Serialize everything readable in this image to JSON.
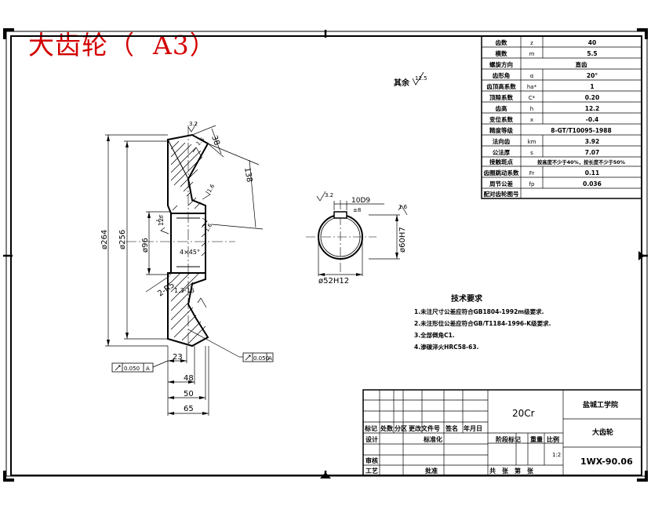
{
  "sheet_title": "大齿轮（  A3）",
  "params": [
    {
      "name": "齿数",
      "sym": "z",
      "val": "40"
    },
    {
      "name": "模数",
      "sym": "m",
      "val": "5.5"
    },
    {
      "name": "螺旋方向",
      "sym": "",
      "val": "直齿"
    },
    {
      "name": "齿形角",
      "sym": "α",
      "val": "20°"
    },
    {
      "name": "齿顶高系数",
      "sym": "ha*",
      "val": "1"
    },
    {
      "name": "顶隙系数",
      "sym": "C*",
      "val": "0.20"
    },
    {
      "name": "齿高",
      "sym": "h",
      "val": "12.2"
    },
    {
      "name": "变位系数",
      "sym": "x",
      "val": "-0.4"
    },
    {
      "name": "精度等级",
      "sym": "",
      "val": "8-GT/T10095-1988"
    },
    {
      "name": "法向齿",
      "sym": "km",
      "val": "3.92"
    },
    {
      "name": "公法厚",
      "sym": "s",
      "val": "7.07"
    },
    {
      "name": "接触斑点",
      "sym": "",
      "val": "按高度不少于40%，按长度不少于50%"
    },
    {
      "name": "齿圈跳动系数",
      "sym": "Fr",
      "val": "0.11"
    },
    {
      "name": "周节公差",
      "sym": "fp",
      "val": "0.036"
    },
    {
      "name": "配对齿轮图号",
      "sym": "",
      "val": ""
    }
  ],
  "remainder_label": "其余",
  "roughness_main": "12.5",
  "tech_title": "技术要求",
  "tech_notes": [
    "1.未注尺寸公差应符合GB1804-1992m级要求.",
    "2.未注形位公差应符合GB/T1184-1996-K级要求.",
    "3.全部倒角C1.",
    "4.渗碳淬火HRC58-63."
  ],
  "dims": {
    "d264": "ø264",
    "d256": "ø256",
    "d96": "ø96",
    "d52": "ø52H12",
    "d60": "ø60H7",
    "r5": "2-R5",
    "chamfer": "4×45°",
    "n138": "138",
    "n38": "38",
    "n23": "23",
    "n48": "48",
    "n50": "50",
    "n65": "65",
    "kw": "10D9",
    "kw_tol": "±8",
    "r32a": "3.2",
    "r32b": "3.2",
    "r16a": "1.6",
    "r16b": "1.6",
    "r16c": "1.6",
    "r16d": "1.6",
    "r16e": "1.6",
    "r16f": "1.6",
    "n1316": "1.3-16",
    "n12": "12"
  },
  "tol1_val": "0.050",
  "tol1_datum": "A",
  "tol2_val": "0.050",
  "tol2_datum": "A",
  "titleblock": {
    "material": "20Cr",
    "school": "盐城工学院",
    "part_name": "大齿轮",
    "drawing_no": "1WX-90.06",
    "h_mark": "标记",
    "h_count": "处数",
    "h_zone": "分区",
    "h_docno": "更改文件号",
    "h_sign": "签名",
    "h_date": "年月日",
    "design": "设计",
    "std": "标准化",
    "stage": "阶段标记",
    "weight": "重量",
    "scale_label": "比例",
    "scale_val": "1:2",
    "review": "审核",
    "process": "工艺",
    "approve": "批准",
    "sheets": "共　张　第　张"
  }
}
